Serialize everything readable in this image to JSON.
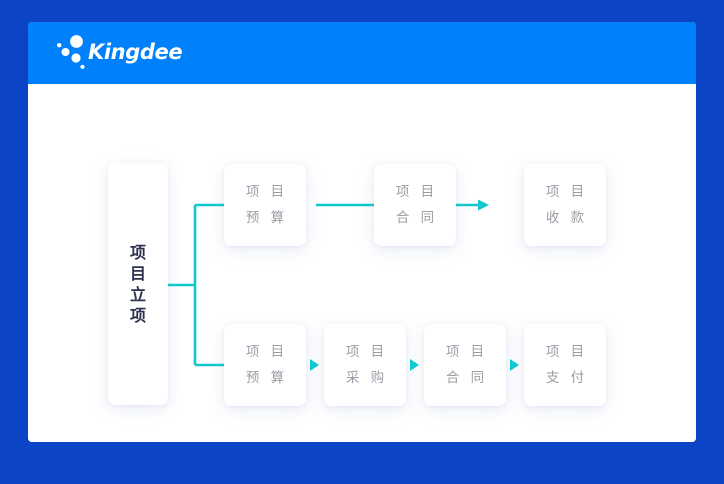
{
  "page": {
    "background_color": "#0b44c4"
  },
  "card": {
    "background_color": "#ffffff",
    "header": {
      "background_color": "#0180fb",
      "logo_text": "Kingdee",
      "logo_mark": "kingdee-dots-logo"
    }
  },
  "diagram": {
    "accent_color": "#10c8cd",
    "root": {
      "label": "项目立项",
      "chars": [
        "项",
        "目",
        "立",
        "项"
      ],
      "orientation": "vertical",
      "text_color": "#2e3150"
    },
    "top_row": {
      "nodes": [
        {
          "line1": "项 目",
          "line2": "预 算"
        },
        {
          "line1": "项 目",
          "line2": "合 同"
        },
        {
          "line1": "项 目",
          "line2": "收 款"
        }
      ],
      "connector": "line-arrow"
    },
    "bottom_row": {
      "nodes": [
        {
          "line1": "项 目",
          "line2": "预 算"
        },
        {
          "line1": "项 目",
          "line2": "采 购"
        },
        {
          "line1": "项 目",
          "line2": "合 同"
        },
        {
          "line1": "项 目",
          "line2": "支 付"
        }
      ],
      "connector": "triangle-arrow"
    },
    "branch_connector": "bracket-split"
  }
}
